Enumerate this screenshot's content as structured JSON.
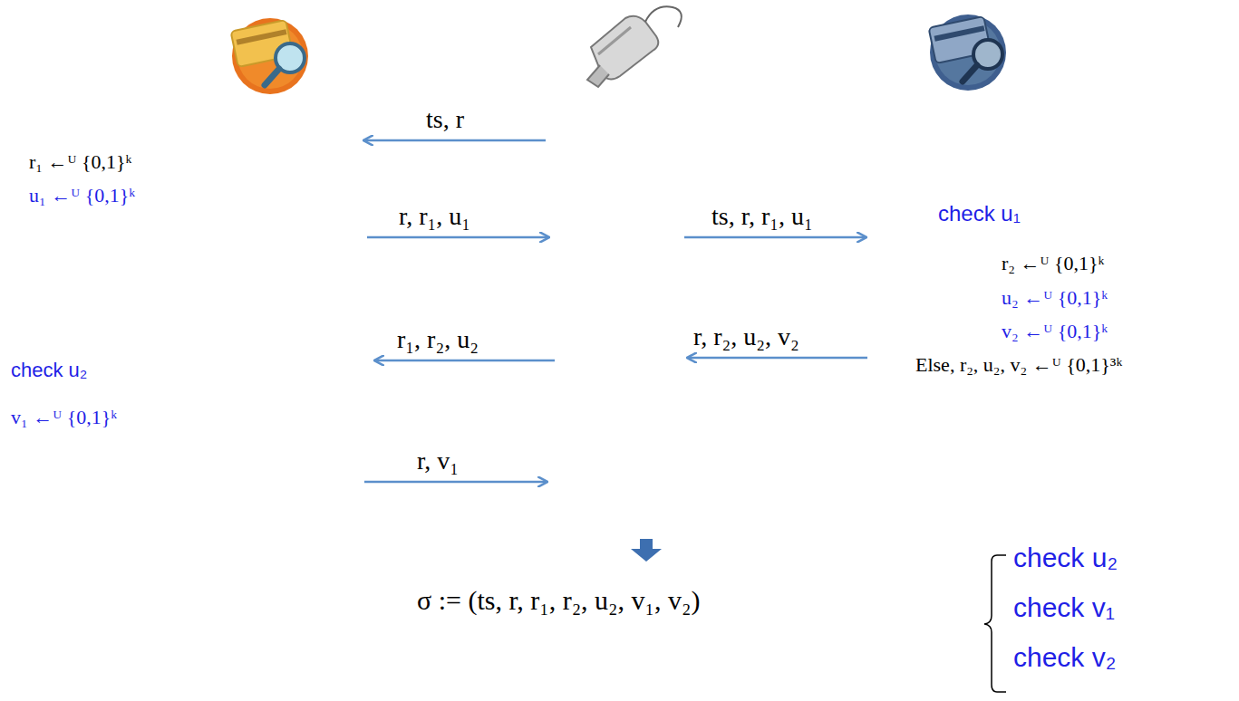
{
  "diagram": {
    "labels": [
      "ts, r",
      "r₁ ←ᵁ {0,1}ᵏ",
      "u₁ ←ᵁ {0,1}ᵏ",
      "r, r₁, u₁",
      "ts, r, r₁, u₁",
      "check u₁",
      "r₂ ←ᵁ {0,1}ᵏ",
      "u₂ ←ᵁ {0,1}ᵏ",
      "v₂ ←ᵁ {0,1}ᵏ",
      "Else, r₂, u₂, v₂ ←ᵁ {0,1}³ᵏ",
      "r₁, r₂, u₂",
      "r, r₂, u₂, v₂",
      "check u₂",
      "v₁ ←ᵁ {0,1}ᵏ",
      "r, v₁",
      "σ := (ts, r, r₁, r₂, u₂, v₁, v₂)",
      "check u₂",
      "check v₁",
      "check v₂"
    ]
  }
}
